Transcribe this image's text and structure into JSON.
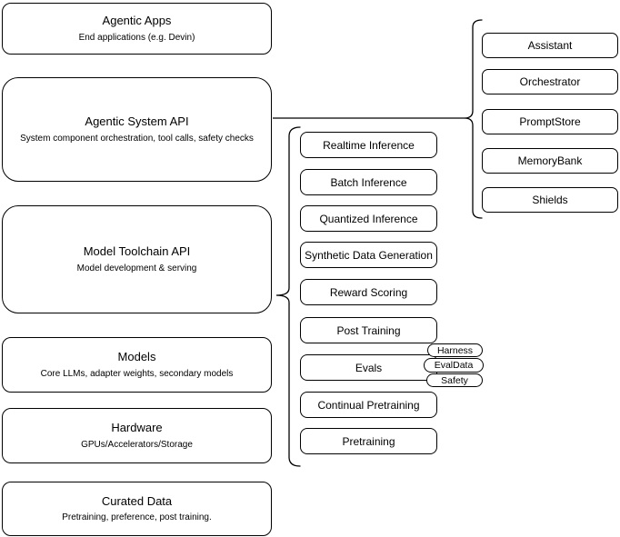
{
  "diagram": {
    "colors": {
      "stroke": "#000000",
      "fill": "#ffffff",
      "text": "#000000"
    },
    "left_stack": [
      {
        "title": "Agentic Apps",
        "subtitle": "End applications (e.g. Devin)"
      },
      {
        "title": "Agentic System API",
        "subtitle": "System component orchestration, tool calls, safety checks"
      },
      {
        "title": "Model Toolchain API",
        "subtitle": "Model development & serving"
      },
      {
        "title": "Models",
        "subtitle": "Core LLMs, adapter weights, secondary models"
      },
      {
        "title": "Hardware",
        "subtitle": "GPUs/Accelerators/Storage"
      },
      {
        "title": "Curated Data",
        "subtitle": "Pretraining, preference, post training."
      }
    ],
    "toolchain_components": [
      {
        "label": "Realtime Inference"
      },
      {
        "label": "Batch Inference"
      },
      {
        "label": "Quantized Inference"
      },
      {
        "label": "Synthetic Data Generation"
      },
      {
        "label": "Reward Scoring"
      },
      {
        "label": "Post Training"
      },
      {
        "label": "Evals"
      },
      {
        "label": "Continual Pretraining"
      },
      {
        "label": "Pretraining"
      }
    ],
    "eval_pills": [
      {
        "label": "Harness"
      },
      {
        "label": "EvalData"
      },
      {
        "label": "Safety"
      }
    ],
    "agentic_components": [
      {
        "label": "Assistant"
      },
      {
        "label": "Orchestrator"
      },
      {
        "label": "PromptStore"
      },
      {
        "label": "MemoryBank"
      },
      {
        "label": "Shields"
      }
    ]
  }
}
